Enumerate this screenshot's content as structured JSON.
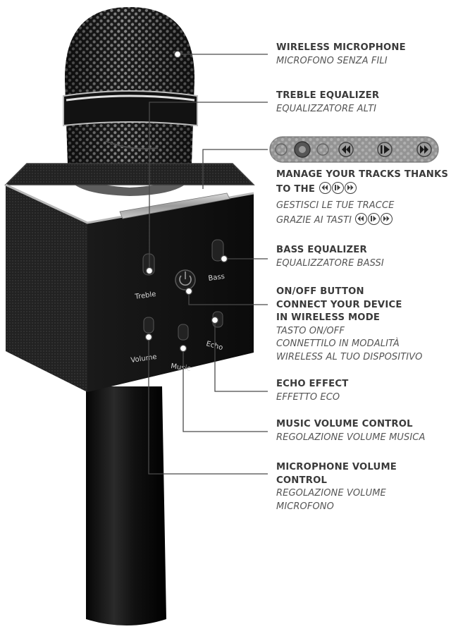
{
  "callouts": {
    "wireless_microphone": {
      "en": "WIRELESS MICROPHONE",
      "it": "MICROFONO SENZA FILI"
    },
    "treble_equalizer": {
      "en": "TREBLE EQUALIZER",
      "it": "EQUALIZZATORE ALTI"
    },
    "tracks": {
      "en_line1": "MANAGE YOUR TRACKS THANKS",
      "en_line2": "TO THE",
      "it_line1": "GESTISCI LE TUE TRACCE",
      "it_line2": "GRAZIE AI TASTI"
    },
    "bass_equalizer": {
      "en": "BASS EQUALIZER",
      "it": "EQUALIZZATORE BASSI"
    },
    "on_off": {
      "en_line1": "ON/OFF BUTTON",
      "en_line2": "CONNECT YOUR DEVICE",
      "en_line3": "IN WIRELESS MODE",
      "it_line1": "TASTO ON/OFF",
      "it_line2": "CONNETTILO IN MODALITÀ",
      "it_line3": "WIRELESS AL TUO DISPOSITIVO"
    },
    "echo_effect": {
      "en": "ECHO EFFECT",
      "it": "EFFETTO ECO"
    },
    "music_volume": {
      "en": "MUSIC VOLUME CONTROL",
      "it": "REGOLAZIONE VOLUME MUSICA"
    },
    "mic_volume": {
      "en_line1": "MICROPHONE VOLUME",
      "en_line2": "CONTROL",
      "it_line1": "REGOLAZIONE VOLUME",
      "it_line2": "MICROFONO"
    }
  },
  "panel_labels": {
    "treble": "Treble",
    "bass": "Bass",
    "volume": "Volume",
    "music": "Music",
    "echo": "Echo"
  },
  "icons": [
    "previous-track-icon",
    "play-pause-icon",
    "next-track-icon",
    "power-icon"
  ],
  "colors": {
    "body": "#141414",
    "text_en": "#3a3a3a",
    "text_it": "#555555",
    "leader": "#4a4a4a",
    "mesh": "#2a2a2a"
  }
}
